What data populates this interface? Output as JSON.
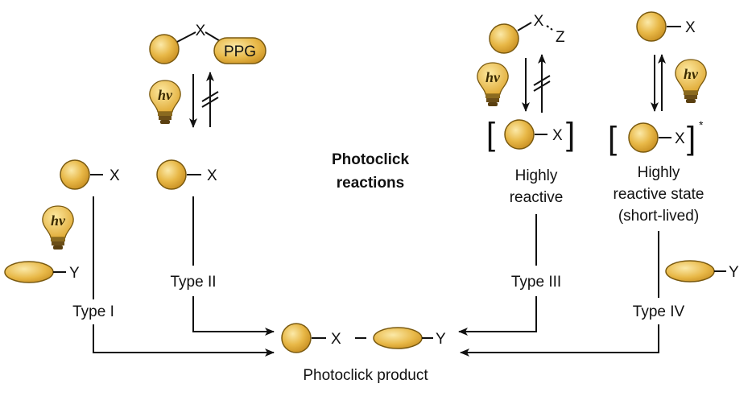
{
  "title_line1": "Photoclick",
  "title_line2": "reactions",
  "product_label": "Photoclick product",
  "labels": {
    "x": "X",
    "y": "Y",
    "z": "Z",
    "ppg": "PPG",
    "hv": "hν",
    "star": "*"
  },
  "types": {
    "type1": "Type I",
    "type2": "Type II",
    "type3": "Type III",
    "type4": "Type IV"
  },
  "type3_state": {
    "line1": "Highly",
    "line2": "reactive"
  },
  "type4_state": {
    "line1": "Highly",
    "line2": "reactive state",
    "line3": "(short-lived)"
  },
  "colors": {
    "sphere_fill": "#e8b847",
    "sphere_highlight": "#fbe9a8",
    "sphere_stroke": "#7a5a10",
    "bulb_glass": "#f0c24f",
    "bulb_base": "#6b4e18"
  }
}
